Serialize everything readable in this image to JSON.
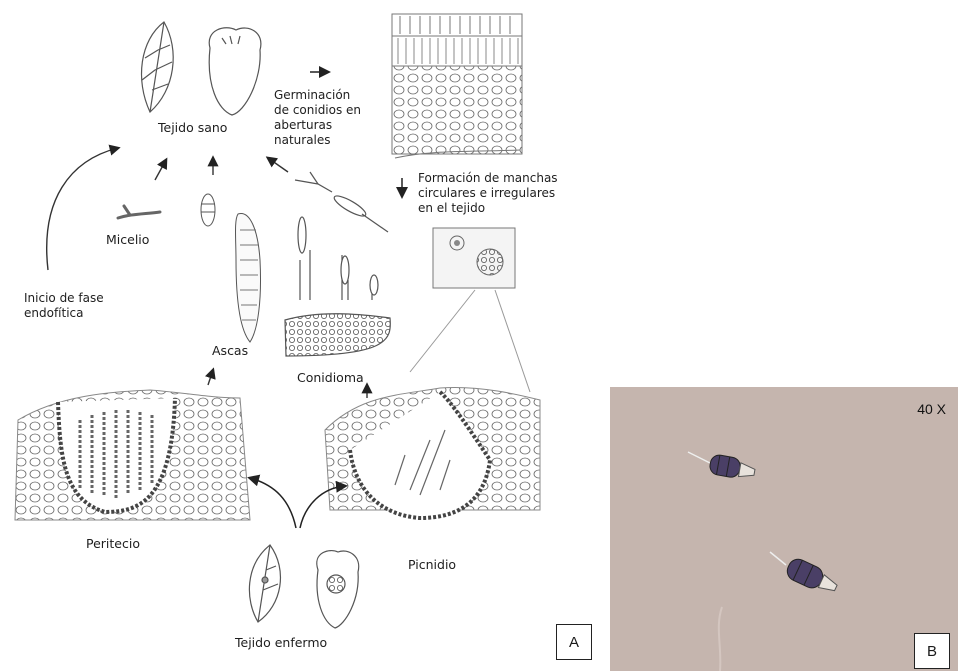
{
  "labels": {
    "tejido_sano": "Tejido sano",
    "germinacion": [
      "Germinación",
      "de conidios en",
      "aberturas",
      "naturales"
    ],
    "formacion": [
      "Formación de manchas",
      "circulares e irregulares",
      "en el tejido"
    ],
    "micelio": "Micelio",
    "inicio": [
      "Inicio de fase",
      "endofítica"
    ],
    "ascas": "Ascas",
    "conidioma": "Conidioma",
    "peritecio": "Peritecio",
    "picnidio": "Picnidio",
    "tejido_enfermo": "Tejido enfermo"
  },
  "panels": {
    "a_label": "A",
    "b_label": "B",
    "magnification": "40 X"
  },
  "icons": [
    "healthy-leaf-icon",
    "healthy-fruit-icon",
    "cross-section-icon",
    "leaf-spots-icon",
    "mycelium-icon",
    "conidium-icon",
    "ascus-icon",
    "conidiophores-icon",
    "perithecium-icon",
    "pycnidium-icon",
    "diseased-leaf-icon",
    "diseased-fruit-icon",
    "spore-icon"
  ]
}
